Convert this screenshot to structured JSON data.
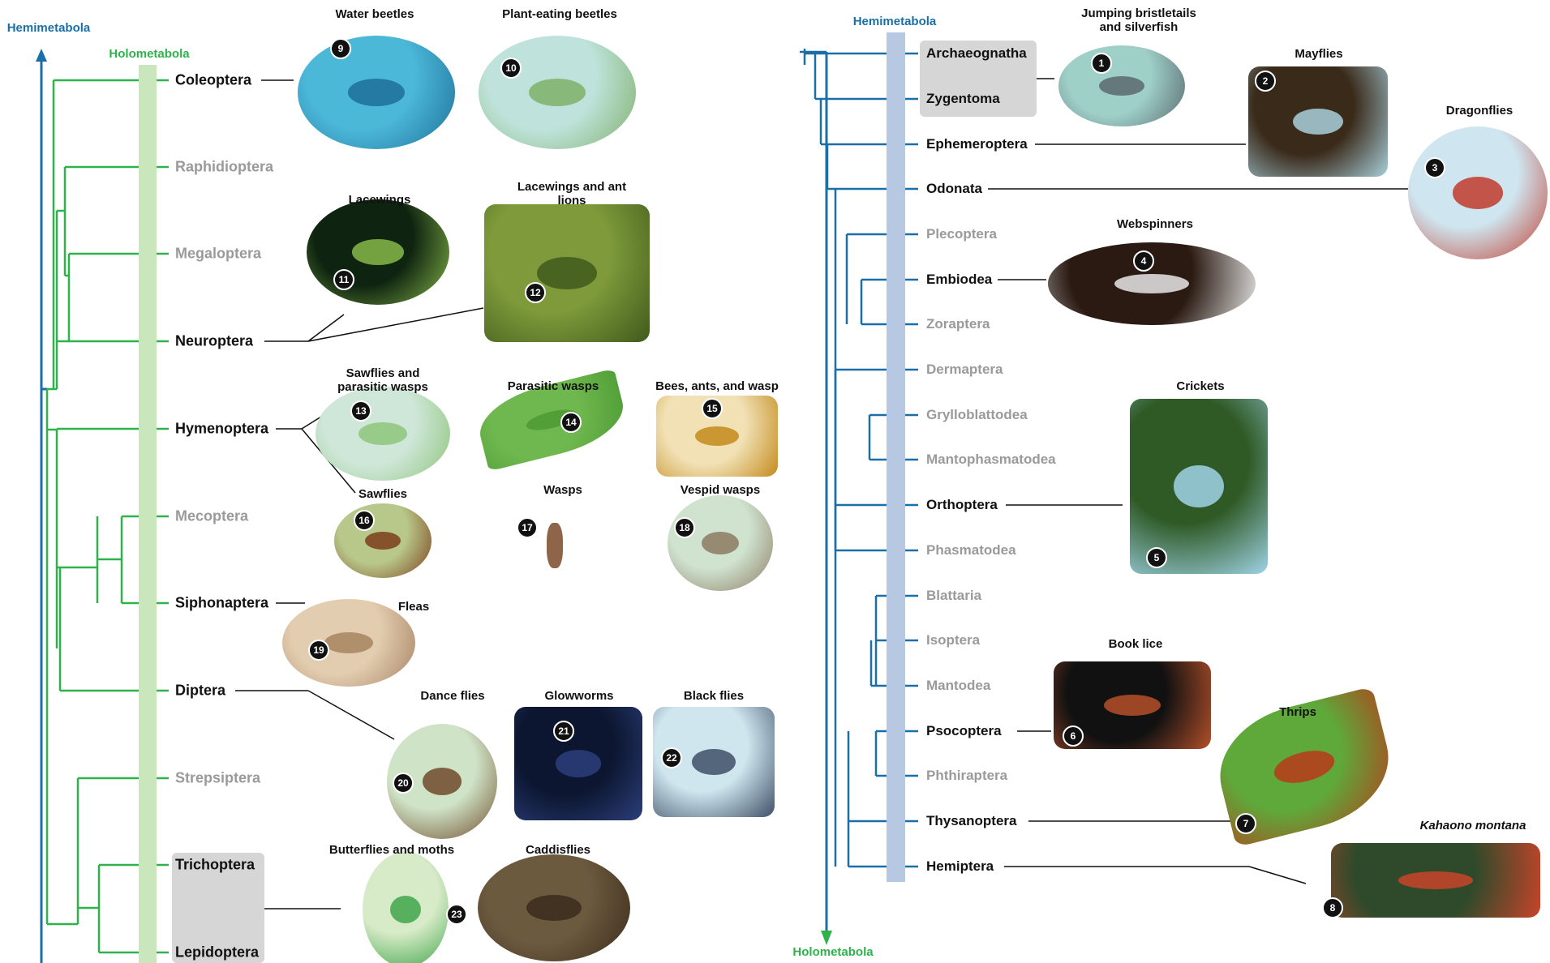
{
  "colors": {
    "holometabola_line": "#2db34a",
    "hemimetabola_line": "#1a6fa8",
    "holometabola_band": "#c9e6bd",
    "hemimetabola_band": "#b7c8e2",
    "bold_taxon": "#111111",
    "faded_taxon": "#9a9a9a",
    "group_box": "#d6d6d6"
  },
  "left_panel": {
    "axis_top": "Hemimetabola",
    "band_label": "Holometabola",
    "taxa": [
      {
        "name": "Coleoptera",
        "style": "bold"
      },
      {
        "name": "Raphidioptera",
        "style": "faded"
      },
      {
        "name": "Megaloptera",
        "style": "faded"
      },
      {
        "name": "Neuroptera",
        "style": "bold"
      },
      {
        "name": "Hymenoptera",
        "style": "bold"
      },
      {
        "name": "Mecoptera",
        "style": "faded"
      },
      {
        "name": "Siphonaptera",
        "style": "bold"
      },
      {
        "name": "Diptera",
        "style": "bold"
      },
      {
        "name": "Strepsiptera",
        "style": "faded"
      },
      {
        "name": "Trichoptera",
        "style": "bold"
      },
      {
        "name": "Lepidoptera",
        "style": "bold"
      }
    ],
    "illustrations": [
      {
        "num": "9",
        "caption": "Water beetles",
        "icon": "water-beetle-icon",
        "colors": [
          "#4cb8d8",
          "#1d6f99"
        ]
      },
      {
        "num": "10",
        "caption": "Plant-eating beetles",
        "icon": "leaf-beetle-icon",
        "colors": [
          "#bfe3dc",
          "#7fb06a"
        ]
      },
      {
        "num": "11",
        "caption": "Lacewings",
        "icon": "lacewing-eggs-icon",
        "colors": [
          "#0f2410",
          "#86b84a"
        ]
      },
      {
        "num": "12",
        "caption": "Lacewings and ant lions",
        "icon": "ant-lion-icon",
        "colors": [
          "#7e9a3a",
          "#3f5a1c"
        ]
      },
      {
        "num": "13",
        "caption": "Sawflies and parasitic wasps",
        "icon": "larva-icon",
        "colors": [
          "#cfe7d9",
          "#8ec47a"
        ]
      },
      {
        "num": "14",
        "caption": "Parasitic wasps",
        "icon": "leaf-eggs-icon",
        "colors": [
          "#6fb84f",
          "#4d9a34"
        ]
      },
      {
        "num": "15",
        "caption": "Bees, ants, and wasp",
        "icon": "honeycomb-icon",
        "colors": [
          "#f1e1b5",
          "#c48a1c"
        ]
      },
      {
        "num": "16",
        "caption": "Sawflies",
        "icon": "sawfly-icon",
        "colors": [
          "#b8c78a",
          "#7b3e1a"
        ]
      },
      {
        "num": "17",
        "caption": "Wasps",
        "icon": "branch-nest-icon",
        "colors": [
          "#ffffff",
          "#7b4a2a"
        ]
      },
      {
        "num": "18",
        "caption": "Vespid wasps",
        "icon": "vespid-nest-icon",
        "colors": [
          "#cfe3cf",
          "#8d7a62"
        ]
      },
      {
        "num": "19",
        "caption": "Fleas",
        "icon": "flea-cocoon-icon",
        "colors": [
          "#e3cdb0",
          "#a78462"
        ]
      },
      {
        "num": "20",
        "caption": "Dance flies",
        "icon": "dance-fly-icon",
        "colors": [
          "#cfe3c6",
          "#6f4a2a"
        ]
      },
      {
        "num": "21",
        "caption": "Glowworms",
        "icon": "glowworm-icon",
        "colors": [
          "#0c1630",
          "#2b3e7a"
        ]
      },
      {
        "num": "22",
        "caption": "Black flies",
        "icon": "black-fly-larva-icon",
        "colors": [
          "#cfe6ef",
          "#3d4f66"
        ]
      },
      {
        "num": "",
        "caption": "Butterflies and moths",
        "icon": "chrysalis-icon",
        "colors": [
          "#d8ebc8",
          "#3fa64a"
        ]
      },
      {
        "num": "23",
        "caption": "Caddisflies",
        "icon": "caddis-case-icon",
        "colors": [
          "#6b5a3e",
          "#3b2c1c"
        ]
      }
    ]
  },
  "right_panel": {
    "axis_top": "Hemimetabola",
    "axis_bottom": "Holometabola",
    "taxa": [
      {
        "name": "Archaeognatha",
        "style": "bold"
      },
      {
        "name": "Zygentoma",
        "style": "bold"
      },
      {
        "name": "Ephemeroptera",
        "style": "bold"
      },
      {
        "name": "Odonata",
        "style": "bold"
      },
      {
        "name": "Plecoptera",
        "style": "faded"
      },
      {
        "name": "Embiodea",
        "style": "bold"
      },
      {
        "name": "Zoraptera",
        "style": "faded"
      },
      {
        "name": "Dermaptera",
        "style": "faded"
      },
      {
        "name": "Grylloblattodea",
        "style": "faded"
      },
      {
        "name": "Mantophasmatodea",
        "style": "faded"
      },
      {
        "name": "Orthoptera",
        "style": "bold"
      },
      {
        "name": "Phasmatodea",
        "style": "faded"
      },
      {
        "name": "Blattaria",
        "style": "faded"
      },
      {
        "name": "Isoptera",
        "style": "faded"
      },
      {
        "name": "Mantodea",
        "style": "faded"
      },
      {
        "name": "Psocoptera",
        "style": "bold"
      },
      {
        "name": "Phthiraptera",
        "style": "faded"
      },
      {
        "name": "Thysanoptera",
        "style": "bold"
      },
      {
        "name": "Hemiptera",
        "style": "bold"
      }
    ],
    "illustrations": [
      {
        "num": "1",
        "caption": "Jumping bristletails and silverfish",
        "icon": "silverfish-icon",
        "colors": [
          "#9fd0c8",
          "#5a6a70"
        ]
      },
      {
        "num": "2",
        "caption": "Mayflies",
        "icon": "mayfly-burrow-icon",
        "colors": [
          "#3a2a1a",
          "#a9d0dc"
        ]
      },
      {
        "num": "3",
        "caption": "Dragonflies",
        "icon": "dragonfly-icon",
        "colors": [
          "#cfe6f0",
          "#c0392b"
        ]
      },
      {
        "num": "4",
        "caption": "Webspinners",
        "icon": "silk-gallery-icon",
        "colors": [
          "#2a1a12",
          "#e8e8e8"
        ]
      },
      {
        "num": "5",
        "caption": "Crickets",
        "icon": "cricket-leaf-icon",
        "colors": [
          "#2f5a26",
          "#9fd3e6"
        ]
      },
      {
        "num": "6",
        "caption": "Book lice",
        "icon": "book-louse-icon",
        "colors": [
          "#111111",
          "#b5502a"
        ]
      },
      {
        "num": "7",
        "caption": "Thrips",
        "icon": "thrips-leaf-icon",
        "colors": [
          "#5fa83a",
          "#b83a1a"
        ]
      },
      {
        "num": "8",
        "caption": "Kahaono montana",
        "icon": "leafhopper-web-icon",
        "colors": [
          "#2f4a2a",
          "#c8442a"
        ]
      }
    ]
  }
}
